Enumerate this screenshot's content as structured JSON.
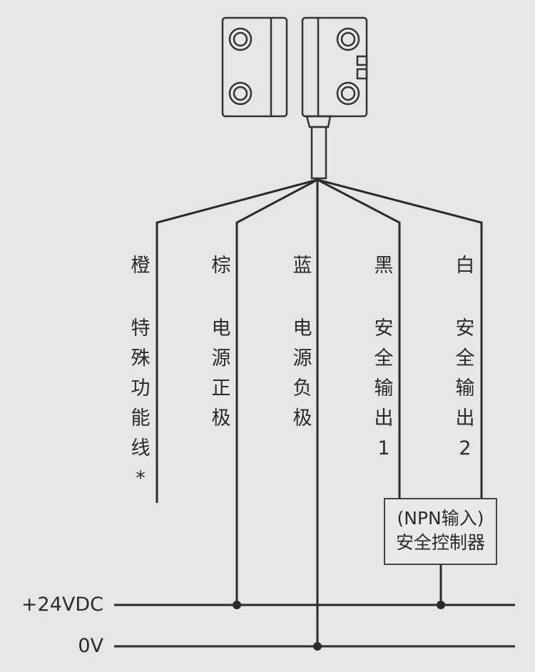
{
  "wires": [
    {
      "color": "橙",
      "desc": [
        "特",
        "殊",
        "功",
        "能",
        "线",
        "*"
      ]
    },
    {
      "color": "棕",
      "desc": [
        "电",
        "源",
        "正",
        "极"
      ]
    },
    {
      "color": "蓝",
      "desc": [
        "电",
        "源",
        "负",
        "极"
      ]
    },
    {
      "color": "黑",
      "desc": [
        "安",
        "全",
        "输",
        "出",
        "1"
      ]
    },
    {
      "color": "白",
      "desc": [
        "安",
        "全",
        "输",
        "出",
        "2"
      ]
    }
  ],
  "controller": {
    "line1": "(NPN输入)",
    "line2": "安全控制器"
  },
  "rails": {
    "positive": "+24VDC",
    "zero": "0V"
  },
  "colors": {
    "line": "#2a2a2a",
    "background": "#e6e6e6"
  }
}
